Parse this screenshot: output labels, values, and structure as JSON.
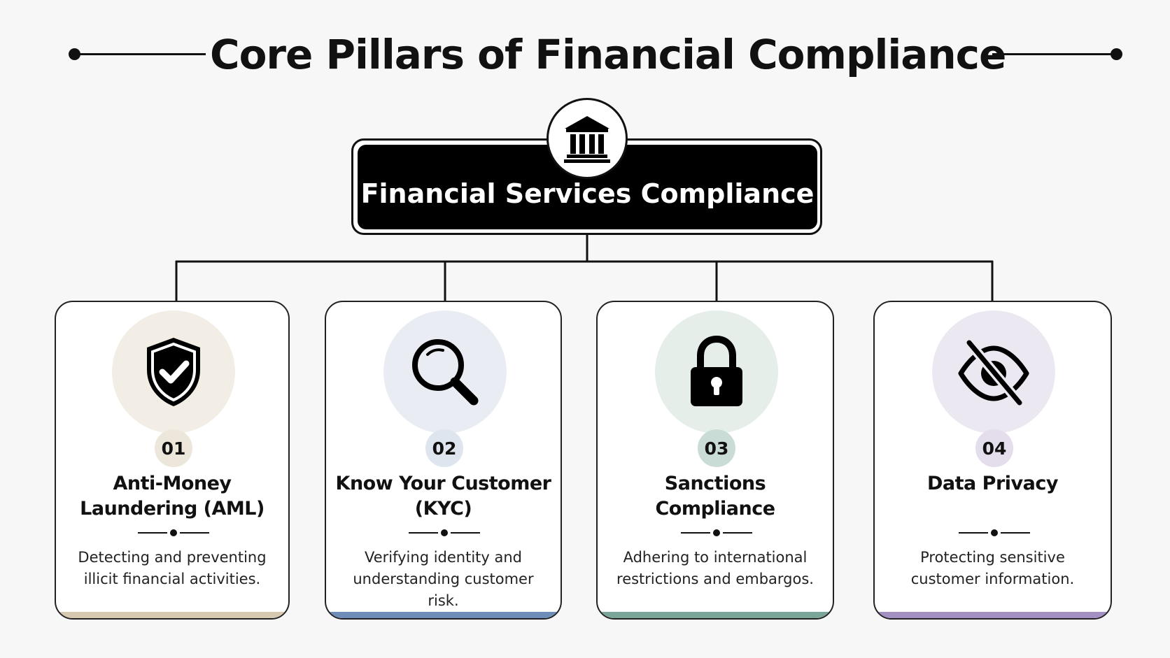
{
  "title": "Core Pillars of Financial Compliance",
  "root": {
    "label": "Financial Services Compliance",
    "icon": "bank-building-icon"
  },
  "pillars": [
    {
      "number": "01",
      "title": "Anti-Money Laundering (AML)",
      "description": "Detecting and preventing illicit financial activities.",
      "icon": "shield-check-icon",
      "circle_color": "#f2ede5",
      "badge_color": "#ede6da",
      "accent": "#d6c9b0"
    },
    {
      "number": "02",
      "title": "Know Your Customer (KYC)",
      "description": "Verifying identity and understanding customer risk.",
      "icon": "magnifying-glass-icon",
      "circle_color": "#e9edf3",
      "badge_color": "#dfe5ee",
      "accent": "#6d8cb8"
    },
    {
      "number": "03",
      "title": "Sanctions Compliance",
      "description": "Adhering to international restrictions and embargos.",
      "icon": "padlock-icon",
      "circle_color": "#e6eeea",
      "badge_color": "#c9dcd5",
      "accent": "#7aa699"
    },
    {
      "number": "04",
      "title": "Data Privacy",
      "description": "Protecting sensitive customer information.",
      "icon": "eye-slash-icon",
      "circle_color": "#ece8f1",
      "badge_color": "#e3ddec",
      "accent": "#a48fc3"
    }
  ]
}
